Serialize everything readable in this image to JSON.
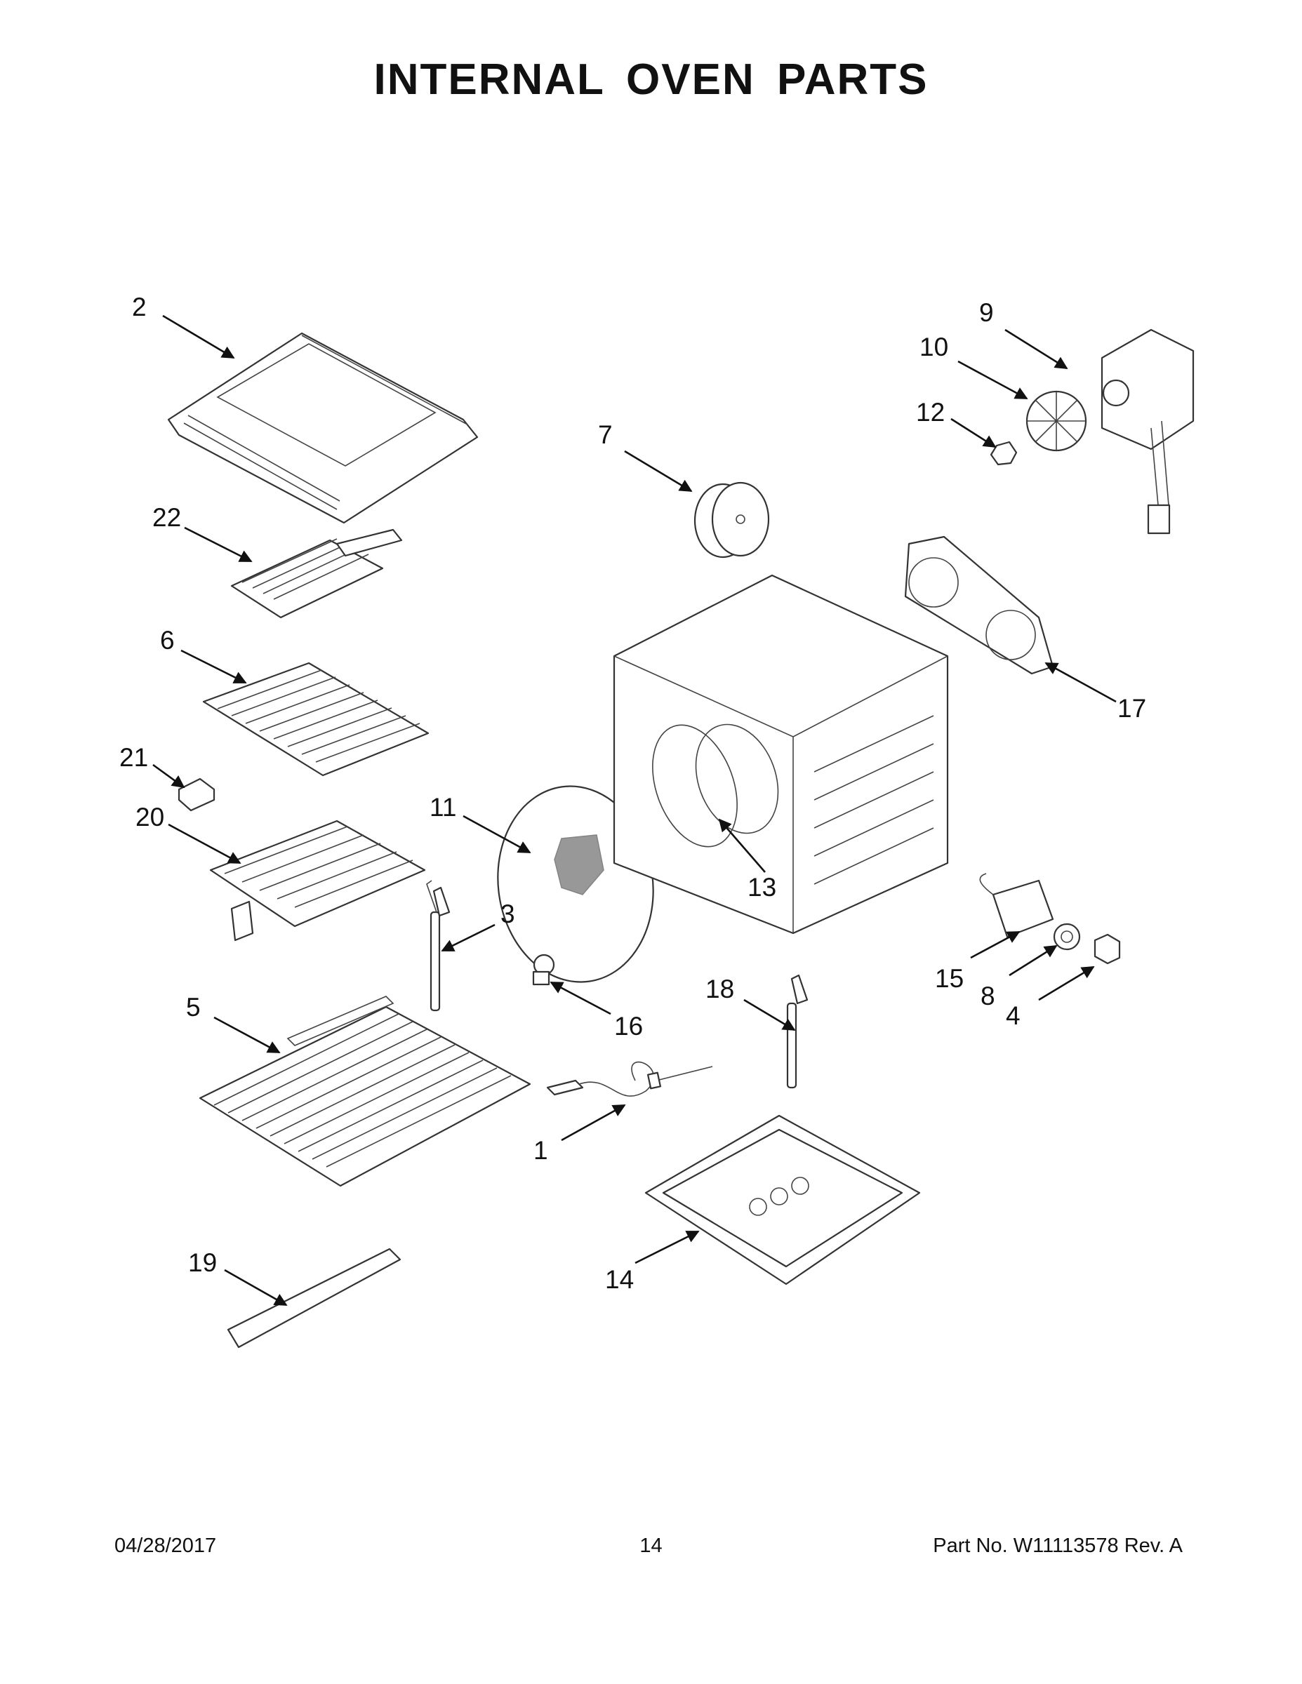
{
  "title": "INTERNAL OVEN PARTS",
  "callouts": [
    "1",
    "2",
    "3",
    "4",
    "5",
    "6",
    "7",
    "8",
    "9",
    "10",
    "11",
    "12",
    "13",
    "14",
    "15",
    "16",
    "17",
    "18",
    "19",
    "20",
    "21",
    "22"
  ],
  "footer": {
    "date": "04/28/2017",
    "page": "14",
    "part_no": "Part No.  W11113578  Rev.  A"
  }
}
